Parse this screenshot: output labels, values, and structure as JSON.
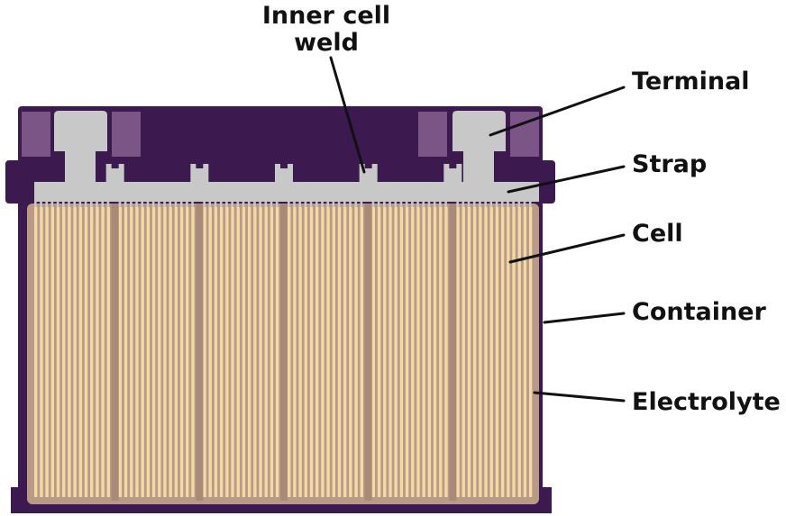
{
  "diagram": {
    "labels": {
      "inner_cell_weld_line1": "Inner cell",
      "inner_cell_weld_line2": "weld",
      "terminal": "Terminal",
      "strap": "Strap",
      "cell": "Cell",
      "container": "Container",
      "electrolyte": "Electrolyte"
    },
    "colors": {
      "casing": "#3c1a4f",
      "casing_accent": "#7a5585",
      "metal": "#c8c8c8",
      "plate": "#f2d9a6",
      "separator": "#b89a86",
      "divider": "#a88a78",
      "leader": "#111111"
    }
  }
}
